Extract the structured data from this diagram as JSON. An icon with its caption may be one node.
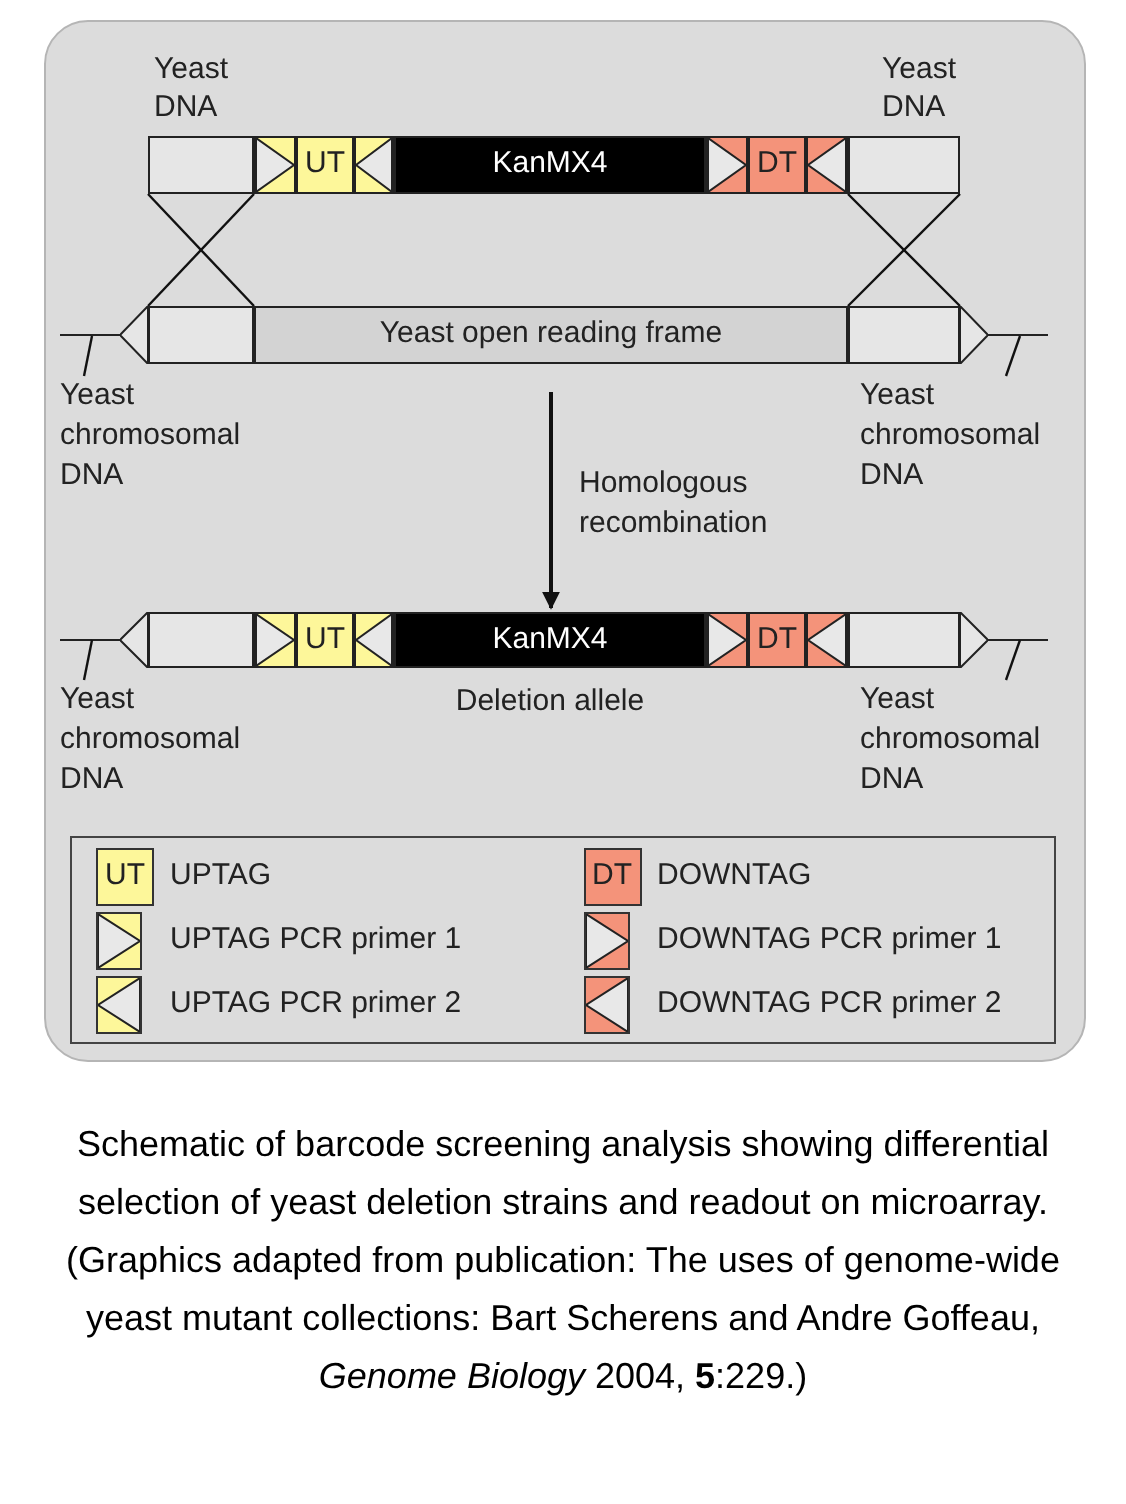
{
  "diagram": {
    "caption": "Schematic of barcode screening analysis showing differential selection of yeast deletion strains and readout on microarray. (Graphics adapted from publication: The uses of genome-wide yeast mutant collections: Bart Scherens and Andre Goffeau, *Genome Biology* 2004, **5**:229.)",
    "nodes": [
      {
        "text": [
          "Yeast DNA"
        ]
      },
      {
        "text": [],
        "shape": "triangle"
      },
      {
        "text": [
          "UT"
        ]
      },
      {
        "text": [],
        "shape": "triangle"
      },
      {
        "text": [
          "KanMX4"
        ]
      },
      {
        "text": [],
        "shape": "triangle"
      },
      {
        "text": [
          "DT"
        ]
      },
      {
        "text": [],
        "shape": "triangle"
      },
      {
        "text": [
          "Yeast DNA"
        ]
      },
      {
        "text": [
          "Yeast chromosomal DNA"
        ]
      },
      {
        "text": [],
        "shape": "triangle"
      },
      {
        "text": [],
        "shape": "box"
      },
      {
        "text": [
          "Yeast open reading frame"
        ]
      },
      {
        "text": [],
        "shape": "box"
      },
      {
        "text": [],
        "shape": "triangle"
      },
      {
        "text": [
          "Yeast chromosomal DNA"
        ]
      },
      {
        "text": [
          "Yeast chromosomal DNA"
        ]
      },
      {
        "text": [],
        "shape": "triangle"
      },
      {
        "text": [],
        "shape": "box"
      },
      {
        "text": [],
        "shape": "triangle"
      },
      {
        "text": [
          "UT"
        ]
      },
      {
        "text": [],
        "shape": "triangle"
      },
      {
        "text": [
          "KanMX4"
        ]
      },
      {
        "text": [],
        "shape": "triangle"
      },
      {
        "text": [
          "DT"
        ]
      },
      {
        "text": [],
        "shape": "triangle"
      },
      {
        "text": [],
        "shape": "box"
      },
      {
        "text": [],
        "shape": "triangle"
      },
      {
        "text": [
          "Yeast chromosomal DNA"
        ]
      }
    ],
    "edges": [
      {
        "from": 0,
        "to": 11,
        "arrow": "none"
      },
      {
        "from": 0,
        "to": 11,
        "arrow": "none"
      },
      {
        "from": 8,
        "to": 13,
        "arrow": "none"
      },
      {
        "from": 8,
        "to": 13,
        "arrow": "none"
      },
      {
        "from": 12,
        "to": 22,
        "arrow": "to",
        "label": "Homologous recombination"
      },
      {
        "from": 9,
        "to": null,
        "arrow": "none"
      },
      {
        "from": 15,
        "to": null,
        "arrow": "none"
      },
      {
        "from": 16,
        "to": null,
        "arrow": "none"
      },
      {
        "from": 28,
        "to": null,
        "arrow": "none"
      }
    ],
    "labels": [
      "Deletion allele",
      "UT",
      "DT"
    ],
    "legend": [
      {
        "text": "UPTAG",
        "color": "#fdf79a"
      },
      {
        "text": "DOWNTAG",
        "color": "#f4937a"
      },
      {
        "text": "UPTAG PCR primer 1"
      },
      {
        "text": "DOWNTAG PCR primer 1"
      },
      {
        "text": "UPTAG PCR primer 2"
      },
      {
        "text": "DOWNTAG PCR primer 2"
      }
    ]
  }
}
